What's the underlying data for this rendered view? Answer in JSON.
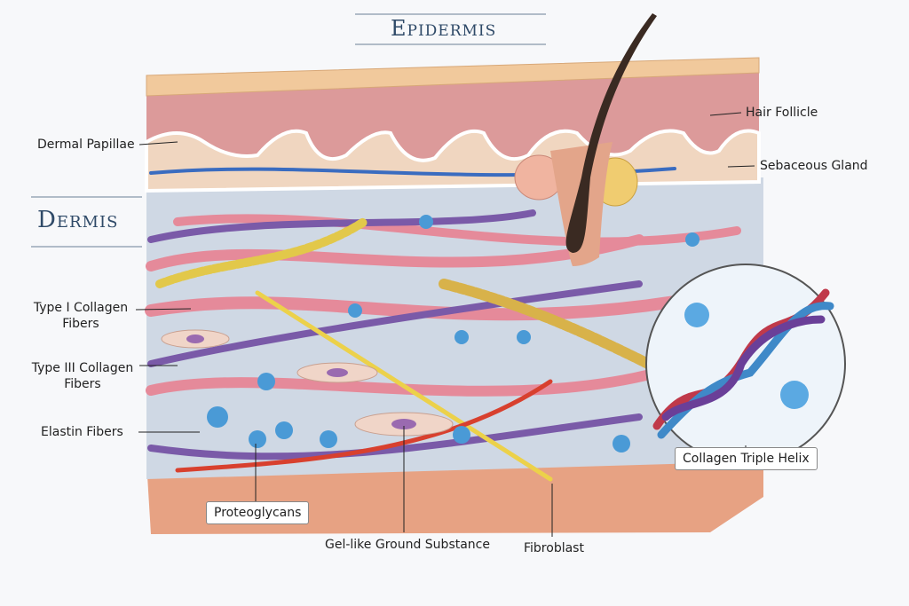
{
  "titles": {
    "epidermis": "Epidermis",
    "dermis": "Dermis"
  },
  "labels": {
    "dermal_papillae": "Dermal Papillae",
    "hair_follicle": "Hair Follicle",
    "sebaceous_gland": "Sebaceous Gland",
    "type1_line1": "Type I Collagen",
    "type1_line2": "Fibers",
    "type3_line1": "Type III Collagen",
    "type3_line2": "Fibers",
    "elastin": "Elastin Fibers",
    "proteoglycans": "Proteoglycans",
    "ground_substance": "Gel-like Ground Substance",
    "fibroblast": "Fibroblast",
    "triple_helix": "Collagen Triple Helix"
  },
  "colors": {
    "title": "#2f4a68",
    "collagen": "#e58a9a",
    "type3": "#7a5aa8",
    "elastin": "#e2c84a",
    "proteoglycan": "#4a9ad6"
  }
}
